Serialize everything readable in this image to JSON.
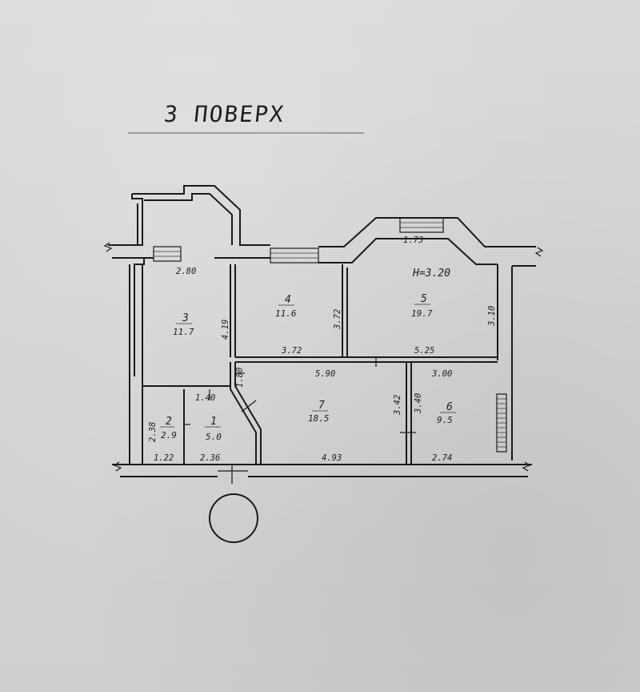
{
  "floor_title": "3 ПОВЕРХ",
  "ceiling_height": "H=3.20",
  "rooms": [
    {
      "number": "1",
      "area": "5.0"
    },
    {
      "number": "2",
      "area": "2.9"
    },
    {
      "number": "3",
      "area": "11.7"
    },
    {
      "number": "4",
      "area": "11.6"
    },
    {
      "number": "5",
      "area": "19.7"
    },
    {
      "number": "6",
      "area": "9.5"
    },
    {
      "number": "7",
      "area": "18.5"
    }
  ],
  "dimensions": {
    "d_280": "2.80",
    "d_173": "1.73",
    "d_419": "4.19",
    "d_372v": "3.72",
    "d_310": "3.10",
    "d_372h": "3.72",
    "d_525": "5.25",
    "d_590": "5.90",
    "d_300": "3.00",
    "d_140": "1.40",
    "d_180": "1.80",
    "d_342": "3.42",
    "d_340": "3.40",
    "d_238": "2.38",
    "d_122": "1.22",
    "d_236": "2.36",
    "d_493": "4.93",
    "d_274": "2.74"
  }
}
